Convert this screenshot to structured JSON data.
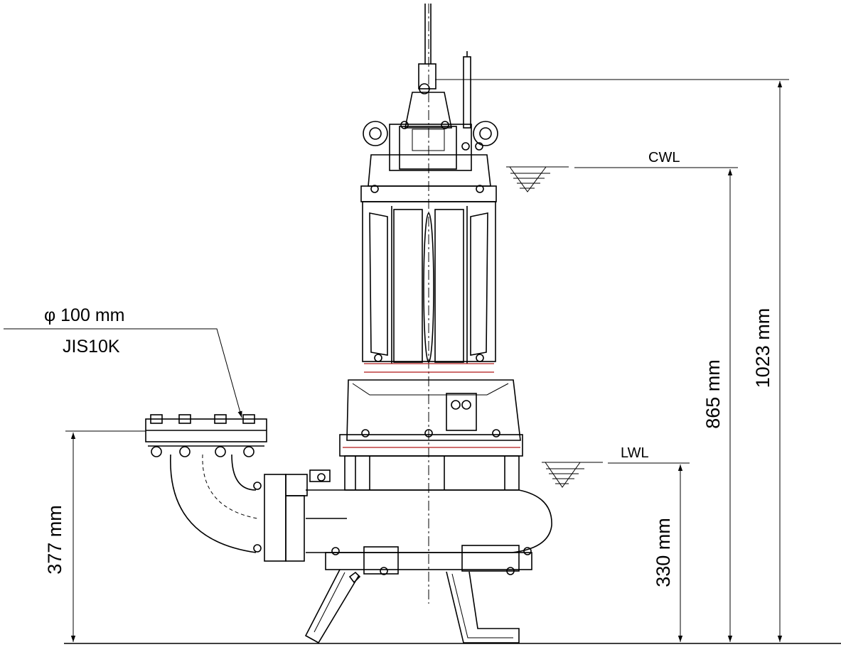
{
  "flange": {
    "size": "φ 100 mm",
    "standard": "JIS10K"
  },
  "water_levels": {
    "cwl": "CWL",
    "lwl": "LWL"
  },
  "dimensions": {
    "discharge_height": "377 mm",
    "lwl_height": "330 mm",
    "cwl_height": "865 mm",
    "overall_height": "1023 mm"
  }
}
